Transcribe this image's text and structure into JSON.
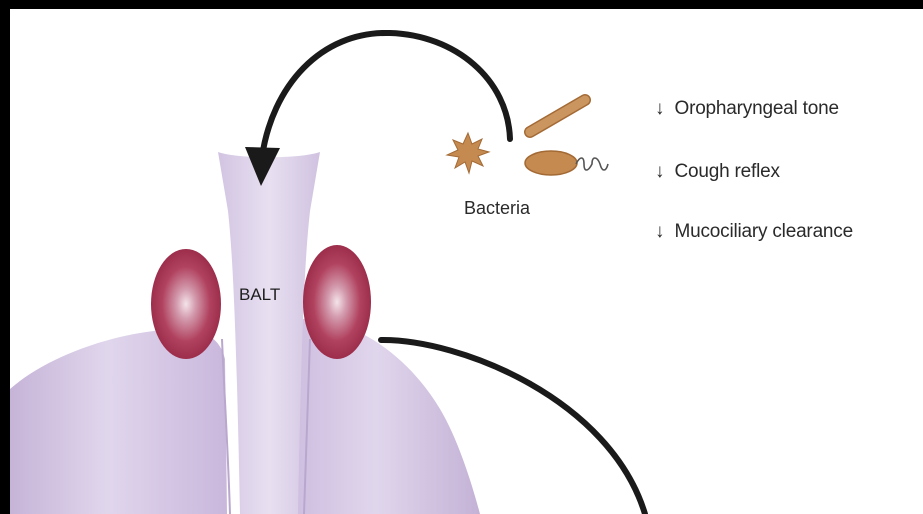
{
  "diagram": {
    "bacteria_label": "Bacteria",
    "balt_label": "BALT",
    "effects": [
      {
        "arrow": "↓",
        "text": "Oropharyngeal tone"
      },
      {
        "arrow": "↓",
        "text": "Cough reflex"
      },
      {
        "arrow": "↓",
        "text": "Mucociliary clearance"
      }
    ],
    "colors": {
      "frame": "#000000",
      "background": "#ffffff",
      "lung_tissue": "#d8cbe6",
      "lymphoid_tissue": "#a83253",
      "bacteria": "#c58a50",
      "arrow": "#1a1a1a",
      "text": "#2a2a2a"
    },
    "icons": [
      "curved-arrow-icon",
      "coccus-icon",
      "bacillus-icon",
      "flagellated-bacterium-icon",
      "down-arrow-icon"
    ]
  }
}
